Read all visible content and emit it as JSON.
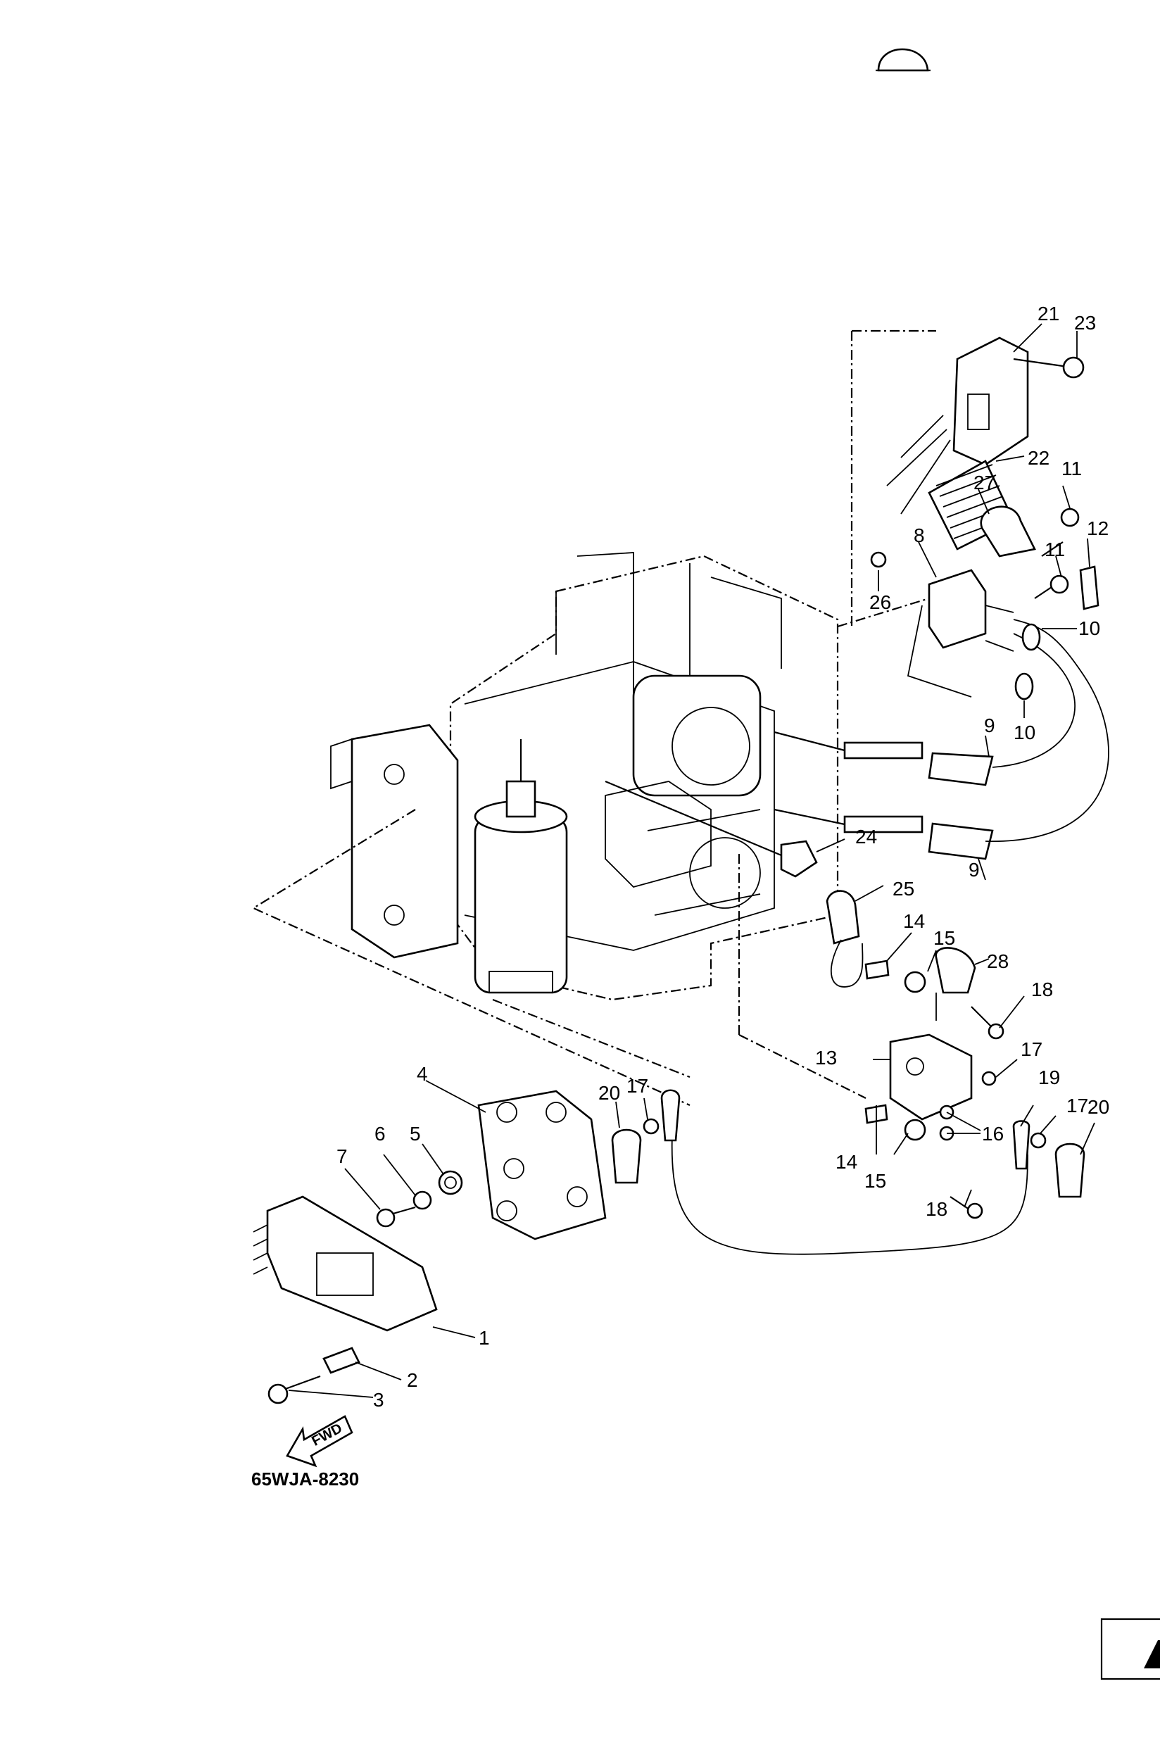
{
  "drawing_code": "65WJA-8230",
  "fwd_label": "FWD",
  "callouts": [
    "1",
    "2",
    "3",
    "4",
    "5",
    "6",
    "7",
    "8",
    "9",
    "9",
    "10",
    "10",
    "11",
    "11",
    "12",
    "13",
    "14",
    "14",
    "15",
    "15",
    "16",
    "17",
    "17",
    "17",
    "18",
    "18",
    "19",
    "20",
    "20",
    "21",
    "22",
    "23",
    "24",
    "25",
    "26",
    "27",
    "28"
  ]
}
